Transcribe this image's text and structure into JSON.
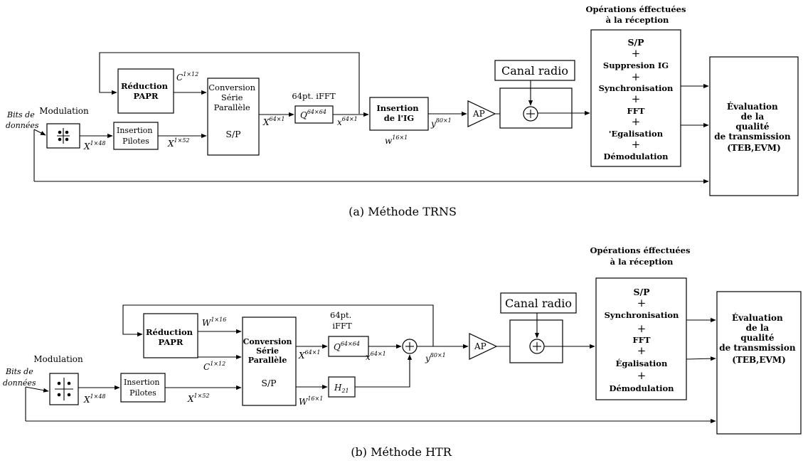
{
  "common": {
    "input_label": [
      "Bits de",
      "données"
    ],
    "modulation": "Modulation",
    "insertion_pilotes": [
      "Insertion",
      "Pilotes"
    ],
    "reduction_papr": [
      "Réduction",
      "PAPR"
    ],
    "ap": "AP",
    "canal_radio": "Canal radio",
    "reception_title": [
      "Opérations éffectuées",
      "à la réception"
    ],
    "evaluation": [
      "Évaluation",
      "de la",
      "qualité",
      "de transmission",
      "(TEB,EVM)"
    ],
    "plus": "+"
  },
  "diagram_a": {
    "caption": "(a)  Méthode TRNS",
    "conversion": [
      "Conversion",
      "Série",
      "Parallèle",
      "S/P"
    ],
    "ifft_label": "64pt. iFFT",
    "insertion_ig": [
      "Insertion",
      "de l'IG"
    ],
    "reception_ops": [
      "S/P",
      "Suppresion IG",
      "Synchronisation",
      "FFT",
      "'Egalisation",
      "Démodulation"
    ],
    "signals": {
      "x1x48": {
        "base": "X",
        "exp": "1×48"
      },
      "x1x52": {
        "base": "X",
        "exp": "1×52"
      },
      "c1x12": {
        "base": "C",
        "exp": "1×12"
      },
      "x64x1": {
        "base": "X",
        "exp": "64×1"
      },
      "q64x64": {
        "base": "Q",
        "exp": "64×64"
      },
      "xs64x1": {
        "base": "x",
        "exp": "64×1"
      },
      "y80x1": {
        "base": "y",
        "exp": "80×1"
      },
      "w16x1": {
        "base": "w",
        "exp": "16×1"
      }
    }
  },
  "diagram_b": {
    "caption": "(b)  Méthode HTR",
    "conversion": [
      "Conversion",
      "Série",
      "Parallèle",
      "S/P"
    ],
    "ifft_label": [
      "64pt.",
      "iFFT"
    ],
    "reception_ops": [
      "S/P",
      "Synchronisation",
      "FFT",
      "Égalisation",
      "Démodulation"
    ],
    "signals": {
      "x1x48": {
        "base": "X",
        "exp": "1×48"
      },
      "x1x52": {
        "base": "X",
        "exp": "1×52"
      },
      "w1x16": {
        "base": "W",
        "exp": "1×16"
      },
      "c1x12": {
        "base": "C",
        "exp": "1×12"
      },
      "x64x1": {
        "base": "X",
        "exp": "64×1"
      },
      "q64x64": {
        "base": "Q",
        "exp": "64×64"
      },
      "xs64x1": {
        "base": "x",
        "exp": "64×1"
      },
      "y80x1": {
        "base": "y",
        "exp": "80×1"
      },
      "w16x1": {
        "base": "W",
        "exp": "16×1"
      },
      "h21": {
        "base": "H",
        "sub": "21"
      }
    }
  }
}
